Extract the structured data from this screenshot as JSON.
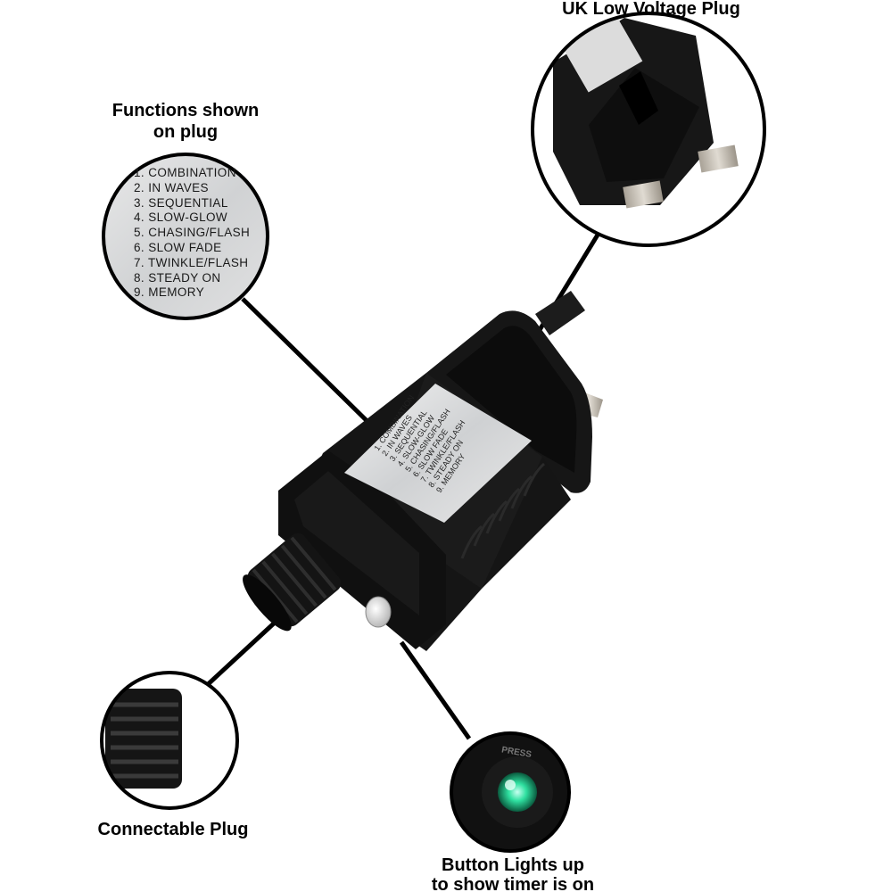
{
  "captions": {
    "uk_plug": "UK Low Voltage Plug",
    "functions_line1": "Functions shown",
    "functions_line2": "on plug",
    "connectable": "Connectable Plug",
    "button_line1": "Button Lights up",
    "button_line2": "to show timer is on"
  },
  "functions": [
    "1. COMBINATION",
    "2. IN WAVES",
    "3. SEQUENTIAL",
    "4. SLOW-GLOW",
    "5. CHASING/FLASH",
    "6. SLOW FADE",
    "7. TWINKLE/FLASH",
    "8. STEADY ON",
    "9. MEMORY"
  ],
  "button_label": "PRESS",
  "colors": {
    "plastic": "#121212",
    "label_silver": "#d9dadb",
    "led_green": "#2fe0a0",
    "pin_metal": "#c8c2b8"
  }
}
